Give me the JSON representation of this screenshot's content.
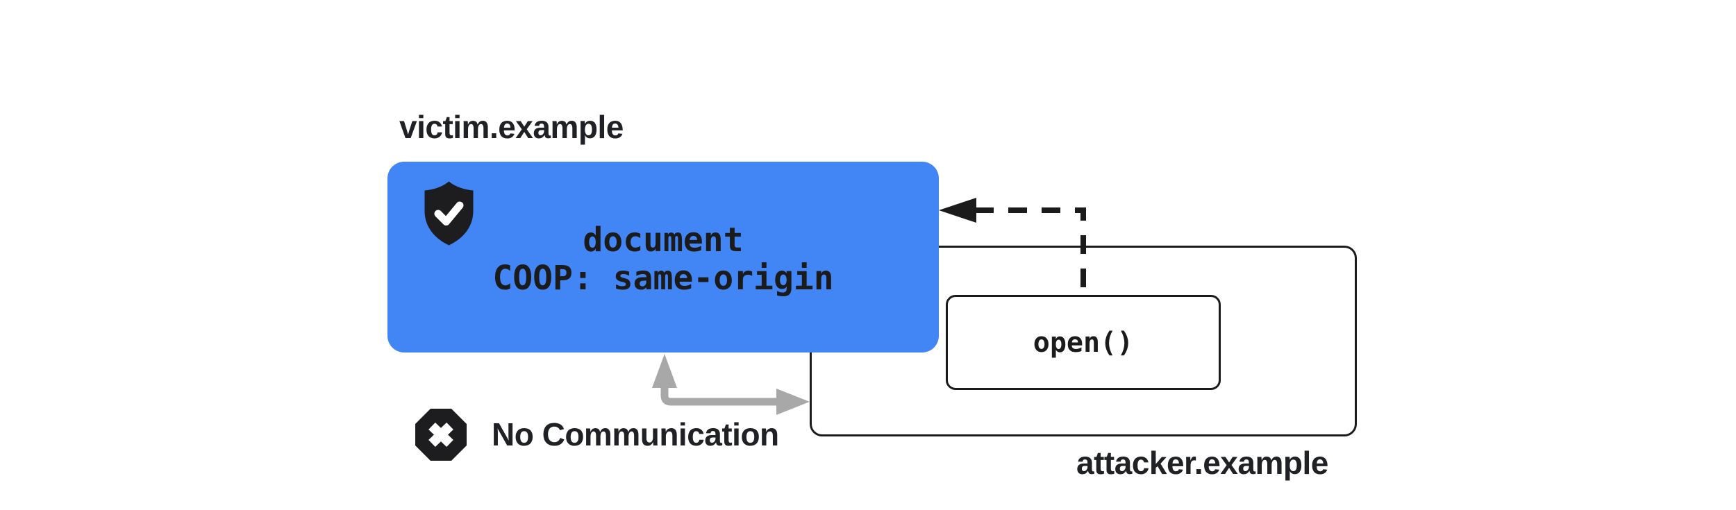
{
  "diagram": {
    "victim": {
      "label": "victim.example",
      "box_line1": "document",
      "box_line2": "COOP: same-origin",
      "icon": "shield-check-icon"
    },
    "attacker": {
      "label": "attacker.example",
      "call_label": "open()"
    },
    "blocked": {
      "label": "No Communication",
      "icon": "x-octagon-icon"
    },
    "arrows": {
      "opener_arrow": "dashed-arrow-from-open-to-victim-document",
      "communication_arrow": "gray-double-headed-elbow-arrow"
    },
    "colors": {
      "victim_box_fill": "#4285F4",
      "outline_and_text": "#1b1b1b",
      "label_text": "#202124",
      "blocked_arrow_gray": "#a8a8a8",
      "background": "#ffffff",
      "icon_fill": "#1d1d1f",
      "icon_glyph": "#ffffff"
    }
  }
}
